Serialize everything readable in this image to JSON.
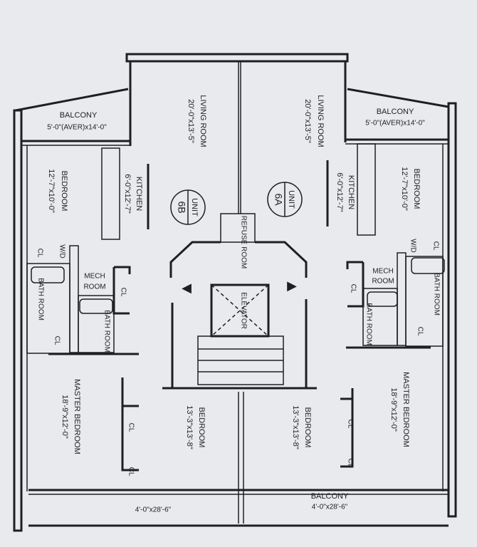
{
  "plan": {
    "unit_6b": {
      "unit_label": "UNIT",
      "unit_number": "6B",
      "balcony_top": {
        "name": "BALCONY",
        "size": "5'-0\"(AVER)x14'-0\""
      },
      "living_room": {
        "name": "LIVING ROOM",
        "size": "20'-0\"x13'-5\""
      },
      "bedroom": {
        "name": "BEDROOM",
        "size": "12'-7\"x10'-0\""
      },
      "kitchen": {
        "name": "KITCHEN",
        "size": "6'-0\"x12'-7\""
      },
      "mech_room": {
        "line1": "MECH",
        "line2": "ROOM"
      },
      "bath_outer": "BATH ROOM",
      "bath_inner": "BATH ROOM",
      "master_bedroom": {
        "name": "MASTER BEDROOM",
        "size": "18'-9\"x12'-0\""
      },
      "bedroom_lower": {
        "name": "BEDROOM",
        "size": "13'-3\"x13'-8\""
      },
      "balcony_bottom": {
        "size": "4'-0\"x28'-6\""
      },
      "wd": "W/D",
      "closet": "CL"
    },
    "unit_6a": {
      "unit_label": "UNIT",
      "unit_number": "6A",
      "balcony_top": {
        "name": "BALCONY",
        "size": "5'-0\"(AVER)x14'-0\""
      },
      "living_room": {
        "name": "LIVING ROOM",
        "size": "20'-0\"x13'-5\""
      },
      "bedroom": {
        "name": "BEDROOM",
        "size": "12'-7\"x10'-0\""
      },
      "kitchen": {
        "name": "KITCHEN",
        "size": "6'-0\"x12'-7\""
      },
      "mech_room": {
        "line1": "MECH",
        "line2": "ROOM"
      },
      "bath_outer": "BATH ROOM",
      "bath_inner": "BATH ROOM",
      "master_bedroom": {
        "name": "MASTER BEDROOM",
        "size": "18'-9\"x12'-0\""
      },
      "bedroom_lower": {
        "name": "BEDROOM",
        "size": "13'-3\"x13'-8\""
      },
      "balcony_bottom": {
        "name": "BALCONY",
        "size": "4'-0\"x28'-6\""
      },
      "wd": "W/D",
      "closet": "CL"
    },
    "core": {
      "refuse_room": "REFUSE ROOM",
      "elevator": "ELEVATOR"
    }
  }
}
